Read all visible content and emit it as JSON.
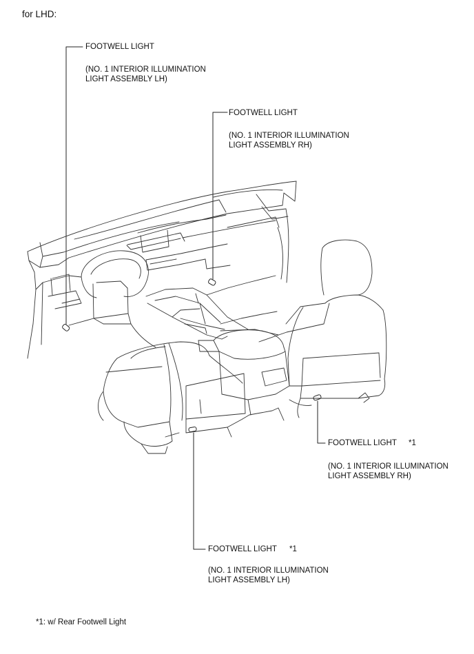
{
  "heading": "for LHD:",
  "callouts": {
    "front_lh": {
      "title": "FOOTWELL LIGHT",
      "asterisk": "",
      "detail_line1": "(NO. 1 INTERIOR ILLUMINATION",
      "detail_line2": "LIGHT ASSEMBLY LH)"
    },
    "front_rh": {
      "title": "FOOTWELL LIGHT",
      "asterisk": "",
      "detail_line1": "(NO. 1 INTERIOR ILLUMINATION",
      "detail_line2": "LIGHT ASSEMBLY RH)"
    },
    "rear_rh": {
      "title": "FOOTWELL LIGHT",
      "asterisk": "*1",
      "detail_line1": "(NO. 1 INTERIOR ILLUMINATION",
      "detail_line2": "LIGHT ASSEMBLY RH)"
    },
    "rear_lh": {
      "title": "FOOTWELL LIGHT",
      "asterisk": "*1",
      "detail_line1": "(NO. 1 INTERIOR ILLUMINATION",
      "detail_line2": "LIGHT ASSEMBLY LH)"
    }
  },
  "footnote": "*1: w/ Rear Footwell Light",
  "colors": {
    "line": "#333333",
    "text": "#111111",
    "background": "#ffffff"
  }
}
